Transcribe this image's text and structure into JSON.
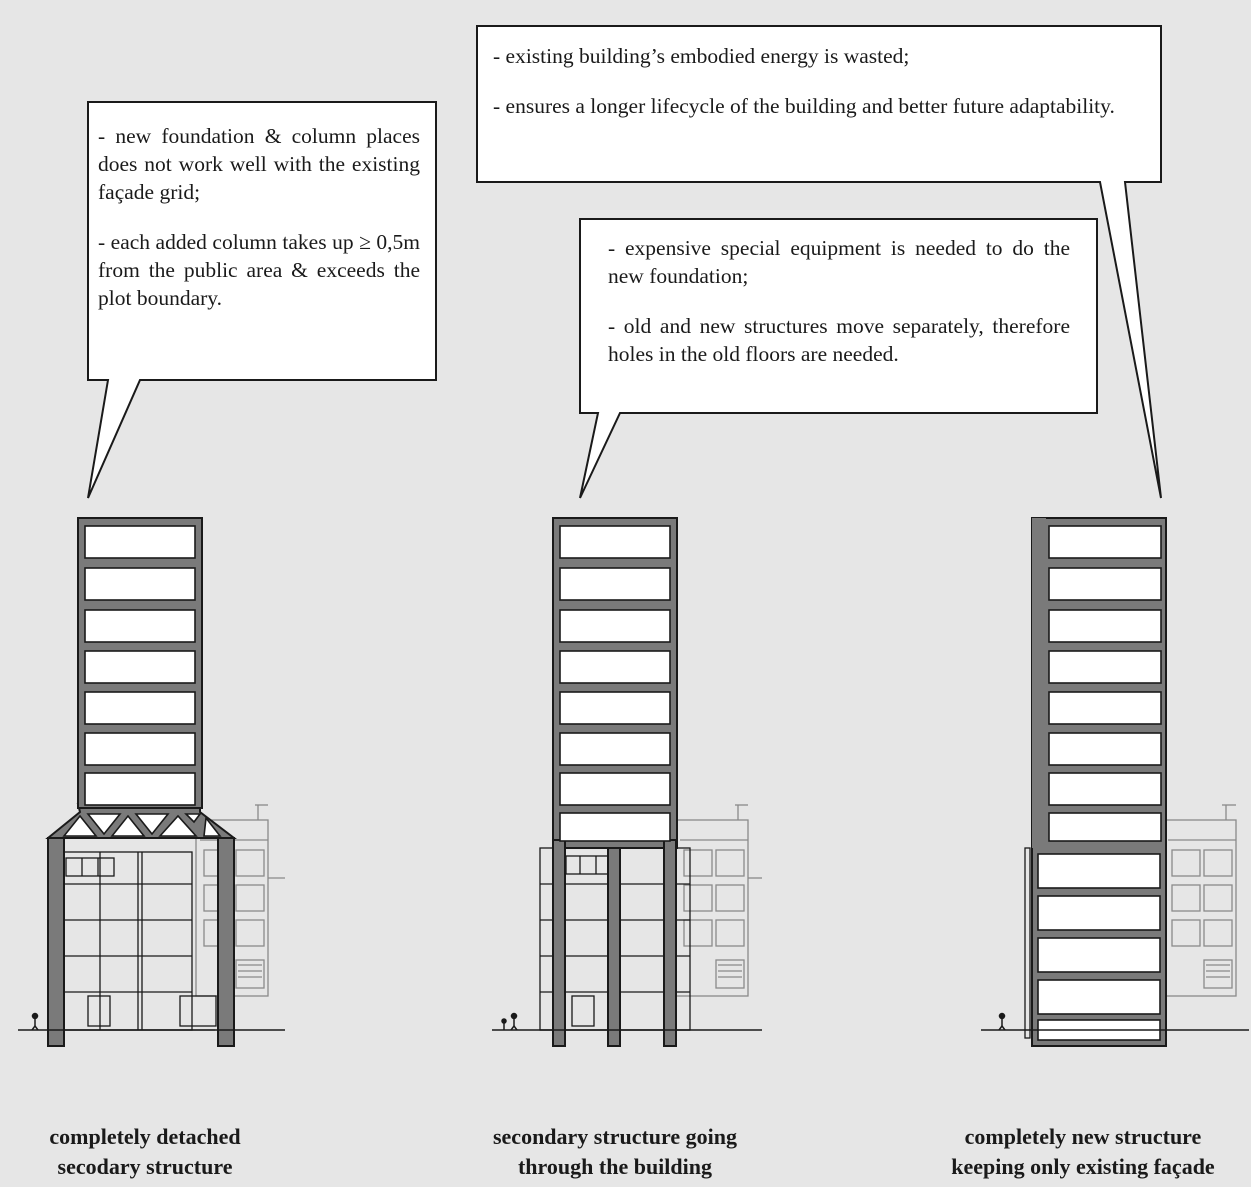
{
  "bubbles": {
    "left": {
      "note_1": "- new foundation & column places does not work well with the existing façade grid;",
      "note_2": "- each added column takes up ≥ 0,5m from the public area & exceeds the plot boundary."
    },
    "top_right": {
      "note_1": "- existing building’s embodied energy is wasted;",
      "note_2": "- ensures a longer lifecycle of the building and better future adaptability."
    },
    "middle": {
      "note_1": "- expensive special equipment is needed to do the new foundation;",
      "note_2": "- old and new structures move separately, therefore holes in the old floors are needed."
    }
  },
  "captions": {
    "left": [
      "completely detached",
      "secodary structure"
    ],
    "middle": [
      "secondary structure going",
      "through the building"
    ],
    "right": [
      "completely new structure",
      "keeping only existing façade"
    ]
  },
  "colors": {
    "background": "#e6e6e6",
    "structure": "#7a7a7a",
    "outline": "#1a1a1a",
    "old_building": "#9a9a9a"
  }
}
